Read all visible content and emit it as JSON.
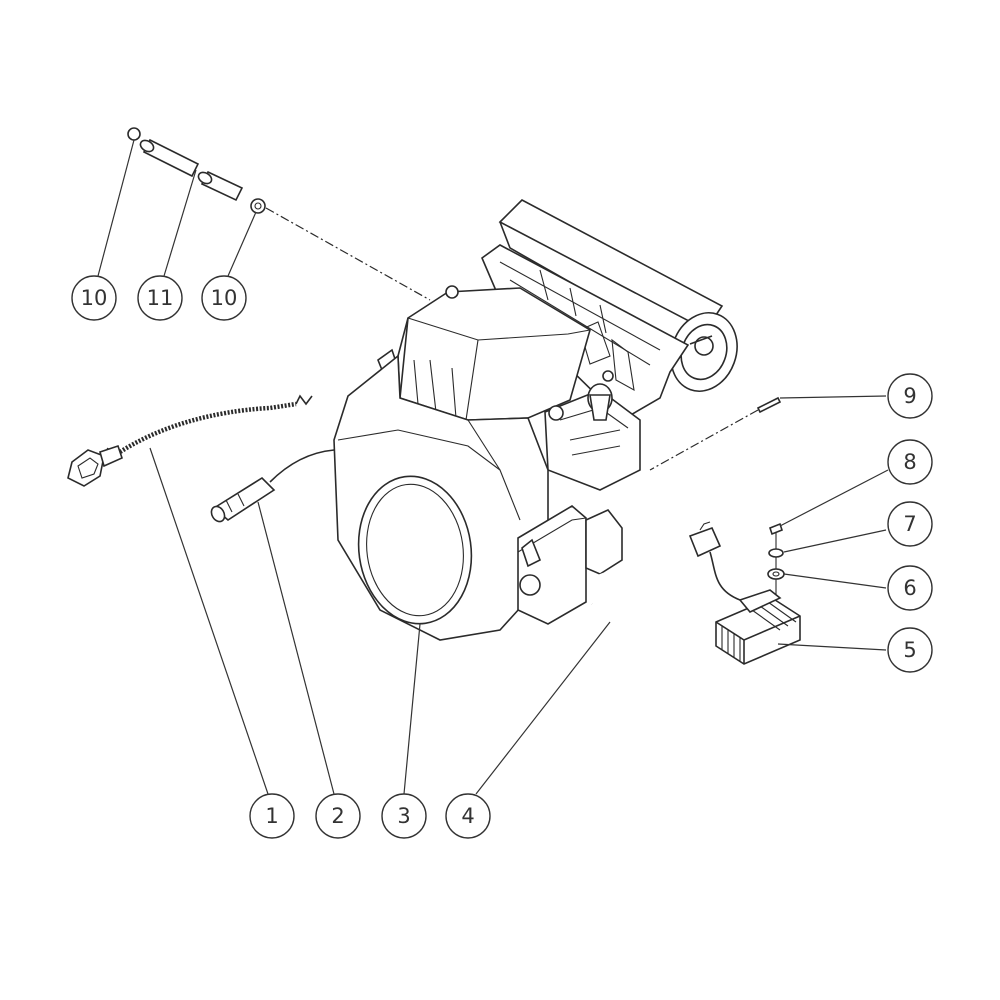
{
  "callouts": [
    {
      "id": "c1",
      "label": "1"
    },
    {
      "id": "c2",
      "label": "2"
    },
    {
      "id": "c3",
      "label": "3"
    },
    {
      "id": "c4",
      "label": "4"
    },
    {
      "id": "c5",
      "label": "5"
    },
    {
      "id": "c6",
      "label": "6"
    },
    {
      "id": "c7",
      "label": "7"
    },
    {
      "id": "c8",
      "label": "8"
    },
    {
      "id": "c9",
      "label": "9"
    },
    {
      "id": "c10a",
      "label": "10"
    },
    {
      "id": "c11",
      "label": "11"
    },
    {
      "id": "c10b",
      "label": "10"
    }
  ],
  "colors": {
    "line": "#2b2b2b",
    "background": "#ffffff"
  }
}
